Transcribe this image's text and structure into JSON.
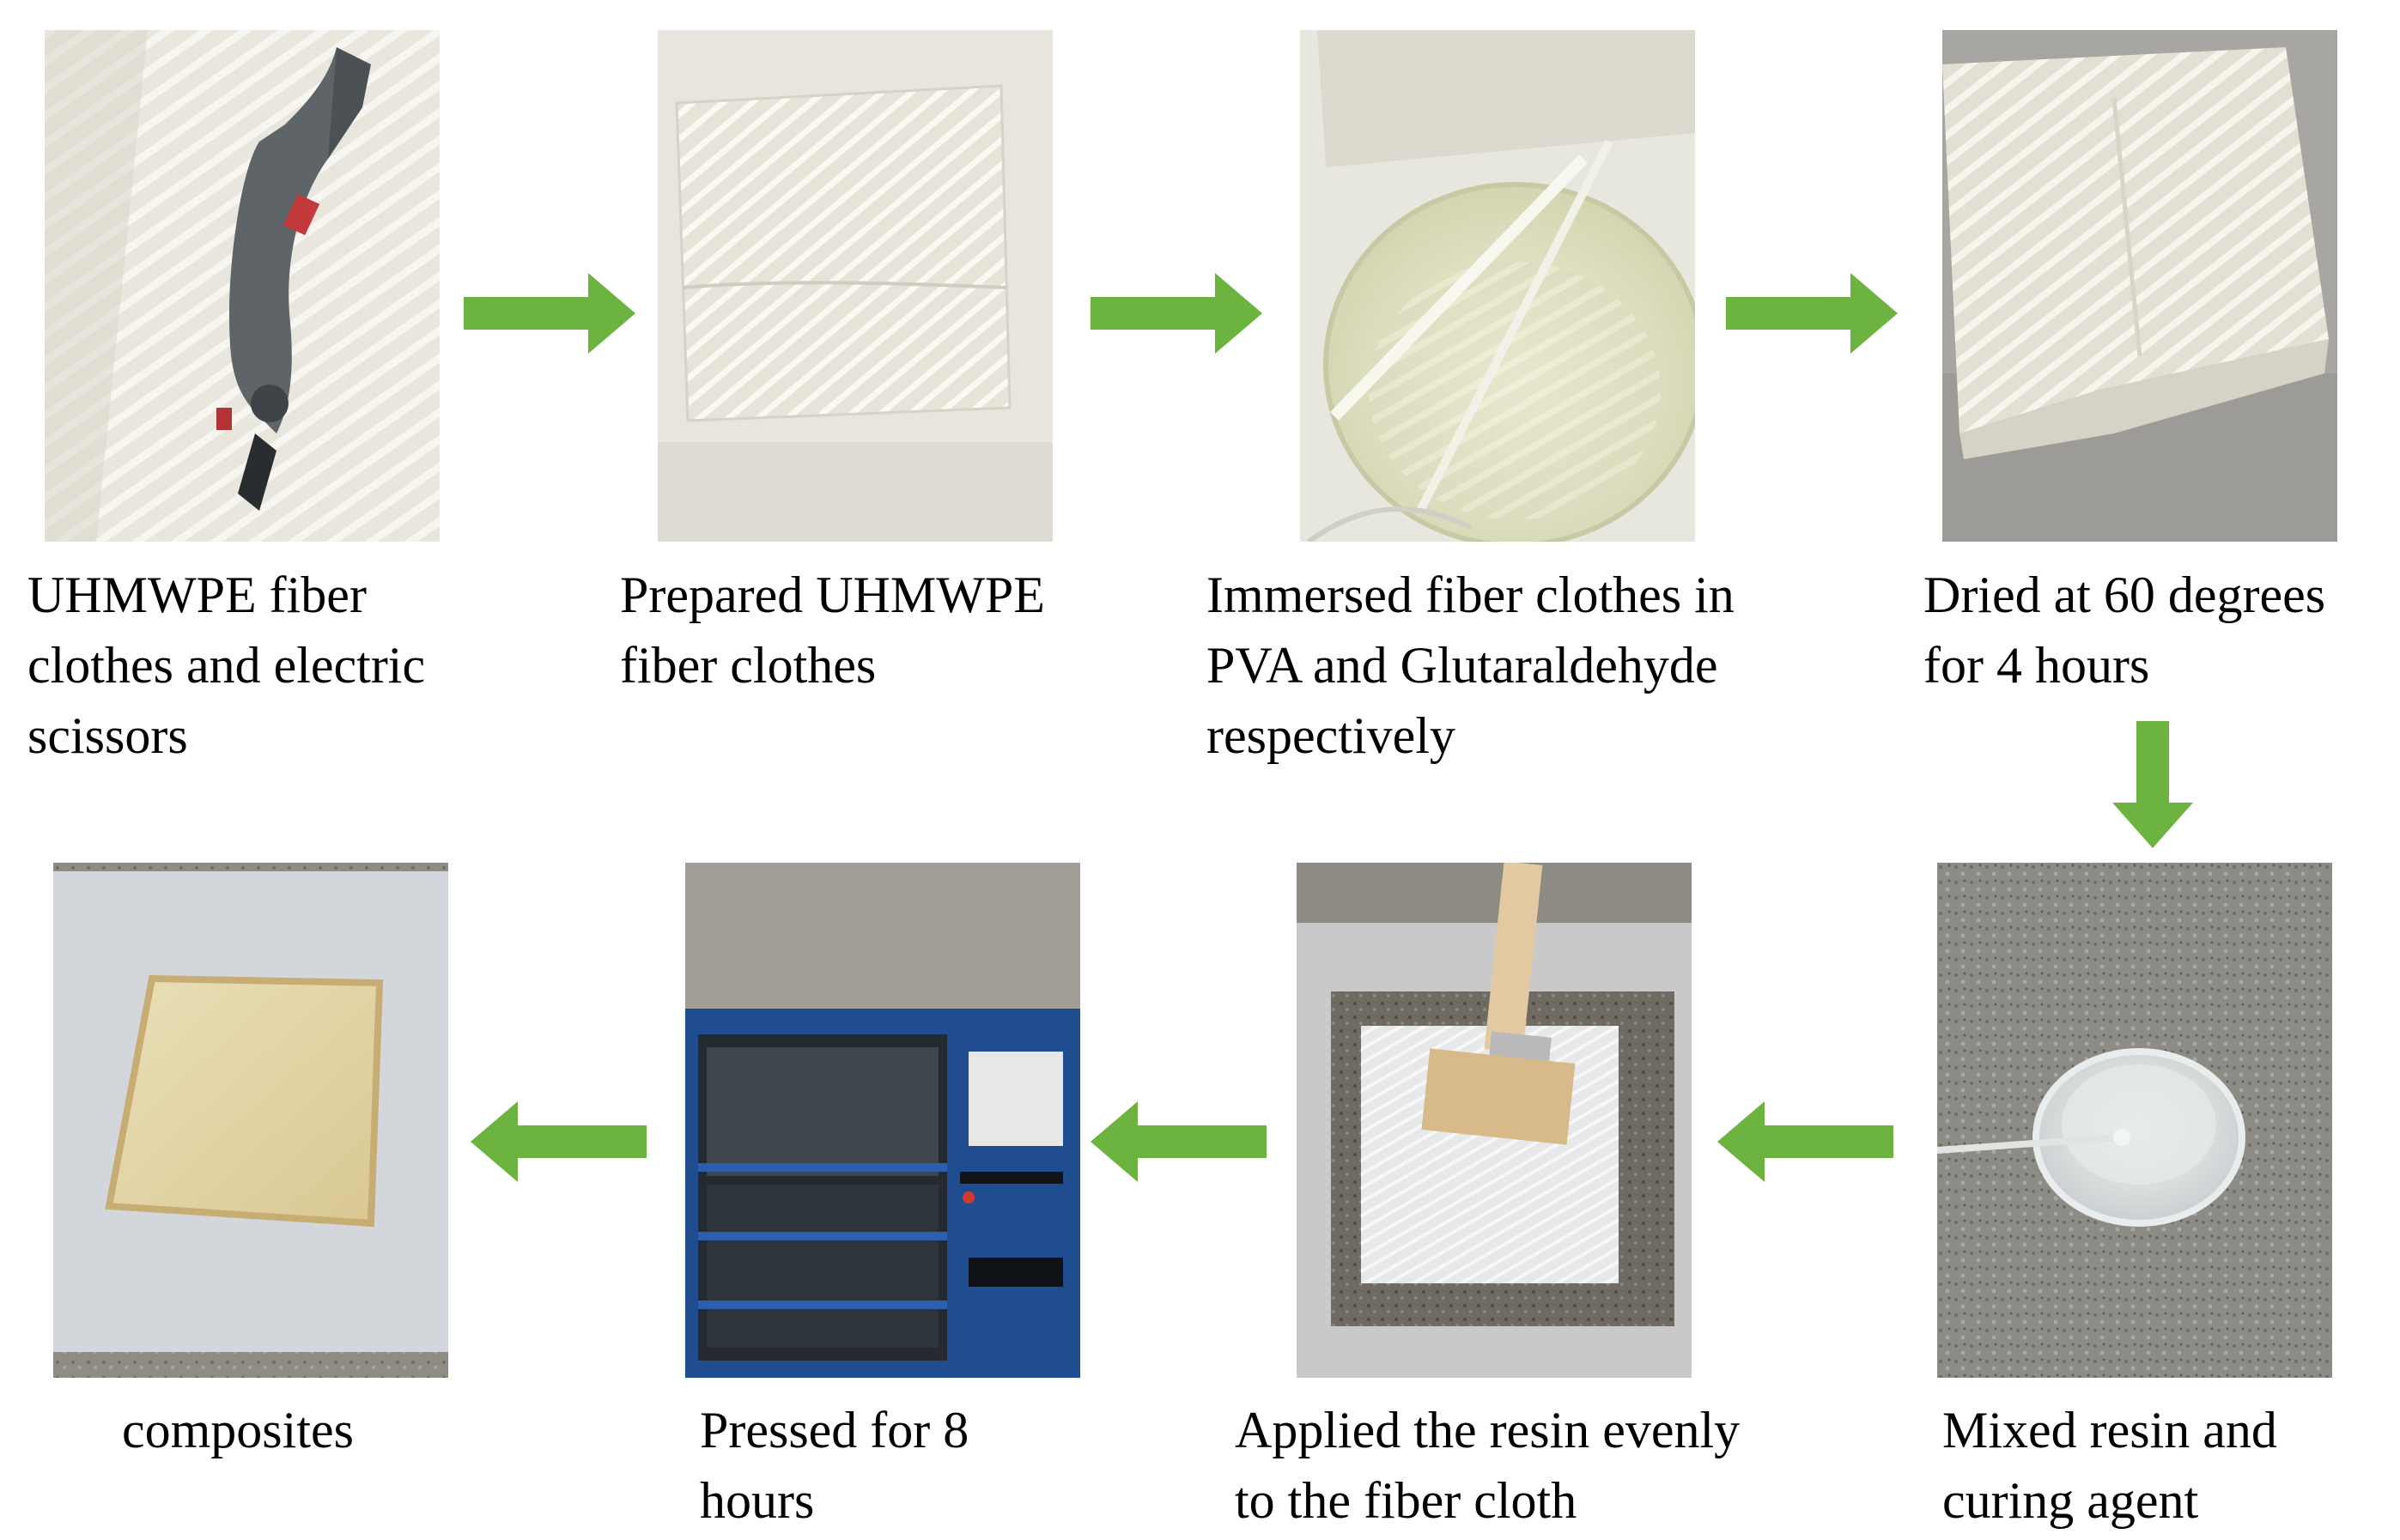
{
  "accent_color": "#6db33f",
  "steps": [
    {
      "caption": "UHMWPE fiber\nclothes and electric\nscissors",
      "image_alt": "fiber cloth with electric scissors",
      "icon": "scissors-icon"
    },
    {
      "caption": "Prepared UHMWPE\nfiber clothes",
      "image_alt": "cut fiber cloth sheet",
      "icon": "fabric-icon"
    },
    {
      "caption": "Immersed fiber clothes in\nPVA and Glutaraldehyde\nrespectively",
      "image_alt": "fiber cloth immersed in solution",
      "icon": "beaker-icon"
    },
    {
      "caption": "Dried at 60 degrees\nfor 4 hours",
      "image_alt": "dried fiber cloth",
      "icon": "dry-icon"
    },
    {
      "caption": "Mixed resin and\ncuring agent",
      "image_alt": "beaker of mixed resin",
      "icon": "mixing-icon"
    },
    {
      "caption": "Applied the resin evenly\nto the fiber cloth",
      "image_alt": "brush applying resin to cloth",
      "icon": "brush-icon"
    },
    {
      "caption": "Pressed for 8\nhours",
      "image_alt": "hot press machine",
      "icon": "press-icon"
    },
    {
      "caption": "composites",
      "image_alt": "finished composite sheet",
      "icon": "composite-icon"
    }
  ]
}
